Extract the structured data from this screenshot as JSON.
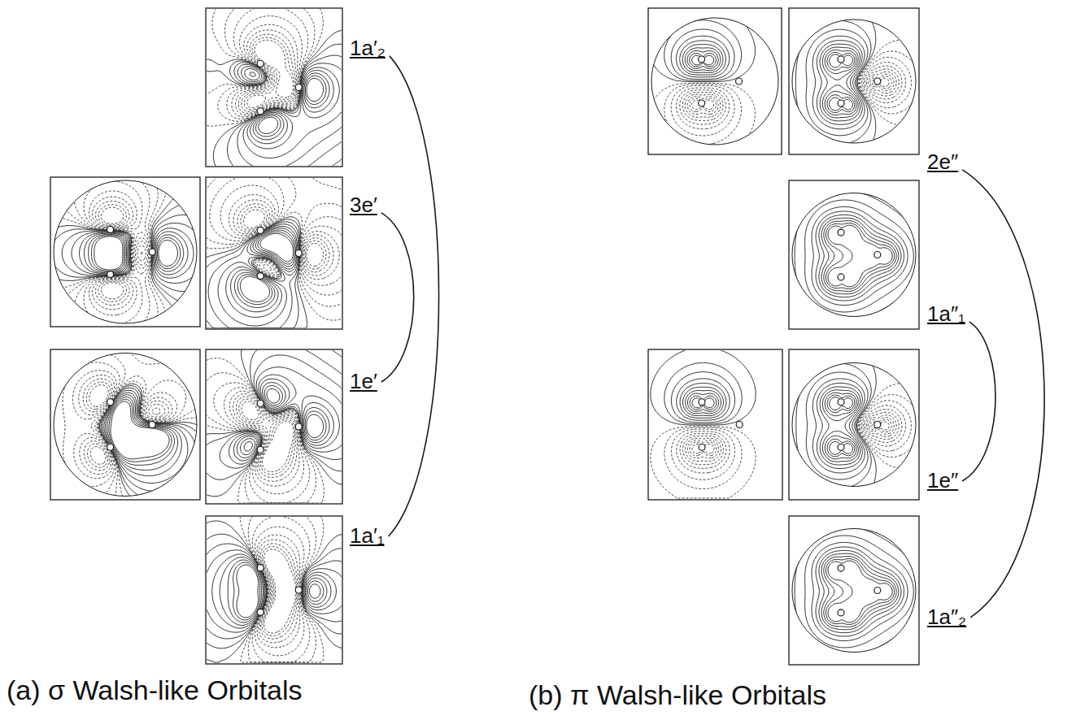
{
  "diagram": {
    "labels": [
      "1a′₂",
      "3e′",
      "1e′",
      "1a′₁",
      "2e″",
      "1a″₁",
      "1e″",
      "1a″₂",
      "(a) σ Walsh-like Orbitals",
      "(b) π Walsh-like Orbitals"
    ]
  }
}
